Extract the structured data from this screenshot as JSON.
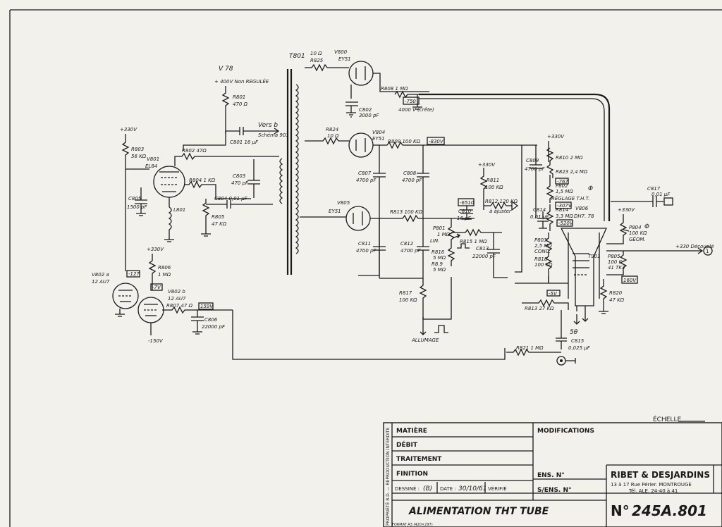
{
  "labels": {
    "v78": "V 78",
    "supply_400": "+ 400V Non REGULÉE",
    "r801": "R801",
    "r801_v": "470 Ω",
    "vers_b": "Vers b",
    "schema": "Schéma 901",
    "c801": "C801 16 μF",
    "r803": "R803",
    "r803_v": "56 KΩ",
    "v801": "V801",
    "el84": "EL84",
    "r802": "R802 47Ω",
    "r804": "R804 1 KΩ",
    "c805": "C805",
    "c805_v": "1500 pF",
    "l801": "L801",
    "c803": "C803",
    "c803_v": "470 pF",
    "c804": "C804 0,01 μF",
    "r805": "R805",
    "r805_v": "47 KΩ",
    "t801": "T801",
    "r825": "R825",
    "r825_ohm": "10 Ω",
    "v800": "V800",
    "ey51a": "EY51",
    "r808": "R808 1 MΩ",
    "c802": "C802",
    "c802_v": "3000 pF",
    "v4000": "4000 V (crête)",
    "r824": "R824",
    "r824_ohm": "10 Ω",
    "v804": "V804",
    "ey51b": "EY51",
    "r809": "R809 100 KΩ",
    "c807": "C807",
    "c807_v": "4700 pF",
    "c808": "C808",
    "c808_v": "4700 pF",
    "v805": "V805",
    "ey51c": "EY51",
    "r813": "R813 100 KΩ",
    "c811": "C811",
    "c811_v": "4700 pF",
    "c812": "C812",
    "c812_v": "4700 pF",
    "p801": "P801",
    "p801_v": "1 MΩ",
    "p801_lin": "LIN.",
    "r816": "R816",
    "r816_v": "5 MΩ",
    "r819": "R8.9",
    "r819_v": "5 MΩ",
    "r815": "R815 1 MΩ",
    "c813": "C813",
    "c813_v": "22000 pF",
    "r817": "R817",
    "r817_v": "100 KΩ",
    "allumage": "ALLUMAGE",
    "r811": "R811",
    "r811_v": "100 KΩ",
    "c810": "C810",
    "c810_v": "16 μF",
    "r812": "R812 120 KΩ",
    "a_ajuster": "à ajuster",
    "c809": "C809",
    "c809_v": "4700 pF",
    "r810": "R810 2 MΩ",
    "r823": "R823 2,4 MΩ",
    "p802": "P802",
    "p802_v": "1,5 MΩ",
    "reglage": "RÉGLAGE T.H.T.",
    "c814": "C814",
    "c814_v": "0,01 μF",
    "r814": "R814",
    "r814_v": "3,3 MΩ",
    "v806": "V806",
    "dh7": "DH7. 78",
    "p803": "P803",
    "p803_v": "2,5 MΩ",
    "p803_conc": "CONC.",
    "r818": "R818",
    "r818_v": "100 KΩ",
    "r813b": "R813 27 KΩ",
    "c815": "C815",
    "c815_v": "0,025 μF",
    "r821": "R821 1 MΩ",
    "c817": "C817",
    "c817_v": "0,01 μF",
    "p804": "P804",
    "p804_v": "100 KΩ",
    "p804_geom": "GÉOM.",
    "r805b": "P805",
    "r805b_v": "100 K",
    "r805b_v2": "41 TK3",
    "r820": "R820",
    "r820_v": "47 KΩ",
    "t901": "T901",
    "decouple": "+330 Découplé",
    "v802a": "V802 a",
    "v802a_t": "12 AU7",
    "v802b": "V802 b",
    "v802b_t": "12 AU7",
    "r806": "R806",
    "r806_v": "1 MΩ",
    "r807": "R807 47 Ω",
    "c806": "C806",
    "c806_v": "22000 pF",
    "p330": "+330V",
    "m150": "-150V",
    "box_830": "-830V",
    "box_750": "-750",
    "box_767": "-767",
    "box_307": "-307V",
    "box_520": "-520V",
    "box_160": "160V",
    "box_127": "-127",
    "box_7": "-7V",
    "box_5": "-5V",
    "box_159": "159V",
    "box_6510": "-6510",
    "box_50": "5θ",
    "node_1": "1",
    "phi": "Φ"
  },
  "title_block": {
    "echelle": "ÉCHELLE",
    "matiere": "MATIÈRE",
    "debit": "DÉBIT",
    "traitement": "TRAITEMENT",
    "finition": "FINITION",
    "dessine": "DESSINÉ :",
    "dessine_v": "(B)",
    "date": "DATE :",
    "date_v": "30/10/61",
    "verifie": "VÉRIFIÉ",
    "modifications": "MODIFICATIONS",
    "ens_no": "ENS. N°",
    "sens_no": "S/ENS. N°",
    "company": "RIBET & DESJARDINS",
    "address": "13 à 17 Rue Périer. MONTROUGE",
    "tel": "Tél. ALE. 24-40 à 41",
    "no_label": "N°",
    "drawing_no": "245A.801",
    "title": "ALIMENTATION THT TUBE",
    "rights": "PROPRIÉTÉ R.D. — REPRODUCTION INTERDITE",
    "format": "FORMAT A3 (420×297)"
  }
}
